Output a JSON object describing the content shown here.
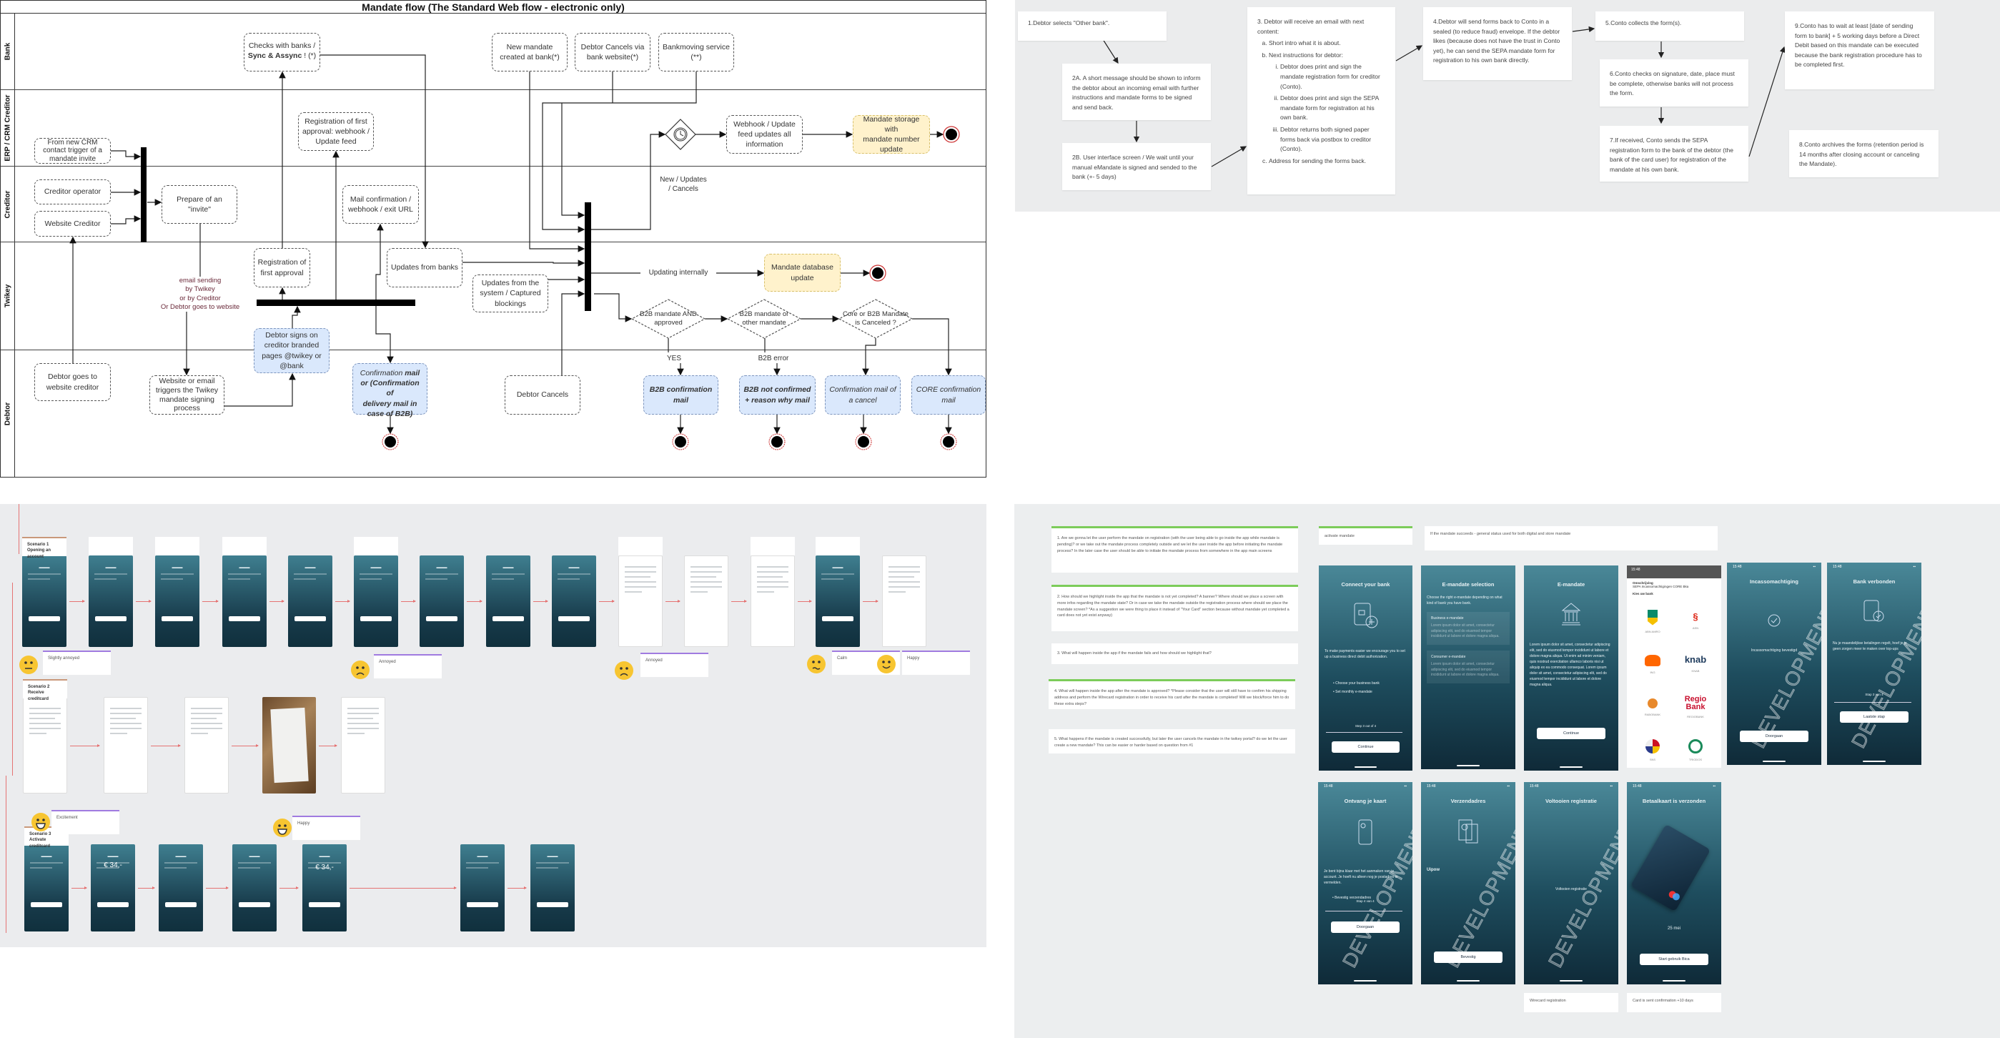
{
  "diagram": {
    "title": "Mandate flow (The Standard Web flow - electronic only)",
    "lanes": [
      "Bank",
      "ERP / CRM Creditor",
      "Creditor",
      "Twikey",
      "Debtor"
    ],
    "boxes": {
      "checks_banks_a": "Checks with banks /",
      "checks_banks_b": "Sync & Assync",
      "checks_banks_c": " ! (*)",
      "new_mandate_bank": "New mandate\ncreated at bank(*)",
      "debtor_cancels_bank": "Debtor Cancels via\nbank website(*)",
      "bankmoving": "Bankmoving service\n(**)",
      "crm_trigger": "From new CRM\ncontact trigger of a\nmandate invite",
      "reg_webhook": "Registration of first\napproval: webhook /\nUpdate feed",
      "webhook_update": "Webhook / Update\nfeed updates all\ninformation",
      "mandate_storage": "Mandate storage with\nmandate number\nupdate",
      "creditor_operator": "Creditor operator",
      "website_creditor": "Website Creditor",
      "prepare_invite": "Prepare of an \"invite\"",
      "mail_confirmation": "Mail confirmation /\nwebhook / exit URL",
      "reg_first_approval": "Registration of\nfirst approval",
      "updates_banks": "Updates from banks",
      "updates_system": "Updates from the\nsystem / Captured\nblockings",
      "db_update": "Mandate database\nupdate",
      "debtor_signs": "Debtor signs on\ncreditor branded\npages @twikey or\n@bank",
      "debtor_goes": "Debtor goes to\nwebsite creditor",
      "website_triggers": "Website or email\ntriggers the Twikey\nmandate signing\nprocess",
      "confirmation_mail_a": "Confirmation ",
      "confirmation_mail_b": "mail\nor (Confirmation of\ndelivery mail in\ncase of B2B)",
      "debtor_cancels": "Debtor Cancels",
      "b2b_confirmation": "B2B confirmation\nmail",
      "b2b_not_confirmed": "B2B not confirmed\n+ reason why mail",
      "cancel_confirmation": "Confirmation mail of\na cancel",
      "core_confirmation": "CORE confirmation\nmail"
    },
    "decisions": [
      "B2B mandate AND\napproved",
      "B2B mandate or\nother mandate",
      "Core or B2B\nMandate is\nCanceled ?"
    ],
    "labels": {
      "email_sending": "email sending\nby Twikey\nor by Creditor\nOr Debtor goes to website",
      "new_updates": "New / Updates\n/ Cancels",
      "updating_internally": "Updating internally",
      "yes": "YES",
      "b2b_error": "B2B error"
    }
  },
  "notes": {
    "n1": "1.Debtor selects \"Other bank\".",
    "n2a": "2A. A short message should be shown to inform the debtor about an incoming email with further instructions and mandate forms to be signed and send back.",
    "n2b": "2B. User interface screen / We wait until your manual eMandate is signed and sended to the bank (+- 5 days)",
    "n3": {
      "intro": "3. Debtor will receive an email with next content:",
      "a": "Short intro what it is about.",
      "b": "Next instructions for debtor:",
      "b_i": "Debtor does print and sign the mandate registration form for creditor (Conto).",
      "b_ii": "Debtor does print and sign the SEPA mandate form for registration at his own bank.",
      "b_iii": "Debtor returns both signed paper forms back via postbox to creditor (Conto).",
      "c": "Address for sending the forms back."
    },
    "n4": "4.Debtor will send forms back to Conto in a sealed (to reduce fraud) envelope. If the debtor likes (because does not have the trust in Conto yet), he can send the SEPA mandate form for registration to his own bank directly.",
    "n5": "5.Conto collects the form(s).",
    "n6": "6.Conto checks on signature, date, place must be complete, otherwise banks will not process the form.",
    "n7": "7.If received, Conto sends the SEPA registration form to the bank of the debtor (the bank of the card user) for registration of the mandate at his own bank.",
    "n8": "8.Conto archives the forms (retention period is 14 months after closing account or canceling the Mandate).",
    "n9": "9.Conto has to wait at least [date of sending form to bank] + 5 working days before a Direct Debit based on this mandate can be executed because the bank registration procedure has to be completed first."
  },
  "journey": {
    "scenarios": [
      "Scenario 1\nOpening an account",
      "Scenario 2\nReceive creditcard",
      "Scenario 3\nActivate creditcard"
    ],
    "balance": "€ 34,-",
    "comments": [
      "Slightly annoyed",
      "Annoyed",
      "Annoyed",
      "Calm",
      "Happy",
      "Excitement",
      "Happy"
    ]
  },
  "app": {
    "questions": [
      "1. Are we gonna let the user perform the mandate on registration (with the user being able to go inside the app while mandate is pending)? or we take out the mandate process completely outside and we let the user inside the app before initiating the mandate process? In the later case the user should be able to initiate the mandate process from somewhere in the app main screens",
      "2. How should we highlight inside the app that the mandate is not yet completed? A banner? Where should we place a screen with more infos regarding the mandate state? Or in case we take the mandate outside the registration process where should we place the mandate screen? *As a suggestion we were thing to place it instead of \"Your Card\" section because without mandate yet completed a card does not yet exist anyway)",
      "3. What will happen inside the app if the mandate fails and how should we highlight that?",
      "4. What will happen inside the app after the mandate is approved? *Please consider that the user will still have to confirm his shipping address and perform the Wirecard registration in order to receive his card after the mandate is completed! Will we block/force him to do these extra steps?",
      "5. What happens if the mandate is created successfully, but later the user cancels the mandate in the twikey portal? do we let the user create a new mandate? This can be easier or harder based on question from #1"
    ],
    "note_activate": "activate mandate",
    "note_status": "If the mandate succeeds - general status used for both digital and store mandate",
    "note_wirecard": "Wirecard registration",
    "note_card_sent": "Card is sent confirmation +10 days",
    "time": "15:48",
    "watermark": "DEVELOPMENT",
    "connect": {
      "title": "Connect your bank",
      "body": "To make payments easier we encourage you to set up a business direct debit authorization.",
      "bullets": [
        "Choose your business bank",
        "Set monthly e-mandate"
      ],
      "step": "Step 3 out of 4",
      "button": "Continue"
    },
    "selection": {
      "title": "E-mandate selection",
      "body": "Choose the right e-mandate depending on what kind of bank you have bank.",
      "options": [
        "Business e-mandate",
        "Consumer e-mandate"
      ],
      "lorem": "Lorem ipsum dolor sit amet, consectetur adipiscing elit, sed do eiusmod tempor incididunt ut labore et dolore magna aliqua."
    },
    "emandate": {
      "title": "E-mandate",
      "body": "Lorem ipsum dolor sit amet, consectetur adipiscing elit, sed do eiusmod tempor incididunt ut labore et dolore magna aliqua. Ut enim ad minim veniam, quis nostrud exercitation ullamco laboris nisi ut aliquip ex ea commodo consequat. Lorem ipsum dolor sit amet, consectetur adipiscing elit, sed do eiusmod tempor incididunt ut labore et dolore magna aliqua.",
      "button": "Continue"
    },
    "banklist": {
      "desc_label": "Omschrijving",
      "desc": "SEPA Incassomachtigingen CORE Bka",
      "choose": "Kies uw bank",
      "banks": [
        "ABN AMRO",
        "ASN",
        "ING",
        "KNAB",
        "RABOBANK",
        "REGIOBANK",
        "SNS",
        "TRIODOS"
      ],
      "logo_knab": "knab",
      "logo_regio": "Regio\nBank"
    },
    "incasso": {
      "title": "Incassomachtiging",
      "body": "Incassomachtiging bevestigd",
      "button": "Doorgaan"
    },
    "verbonden": {
      "title": "Bank verbonden",
      "body": "Nu je maandelijkse betalingen regelt, hoef je je geen zorgen meer te maken over top-ups",
      "step": "Stap 3 van 4",
      "button": "Laatste stap"
    },
    "ontvang": {
      "title": "Ontvang je kaart",
      "body": "Je bent bijna klaar met het aanmaken van je account. Je hoeft nu alleen nog je postadres te vermelden.",
      "bullet": "Bevestig verzendadres",
      "step": "Stap 4 van 4",
      "button": "Doorgaan"
    },
    "verzend": {
      "title": "Verzendadres",
      "name": "Uipow",
      "button": "Bevestig"
    },
    "voltooien": {
      "title": "Voltooien registratie",
      "body": "Voltooien registratie"
    },
    "betaalkaart": {
      "title": "Betaalkaart is verzonden",
      "date": "25 mei",
      "button": "Start gebruik Bica"
    }
  }
}
